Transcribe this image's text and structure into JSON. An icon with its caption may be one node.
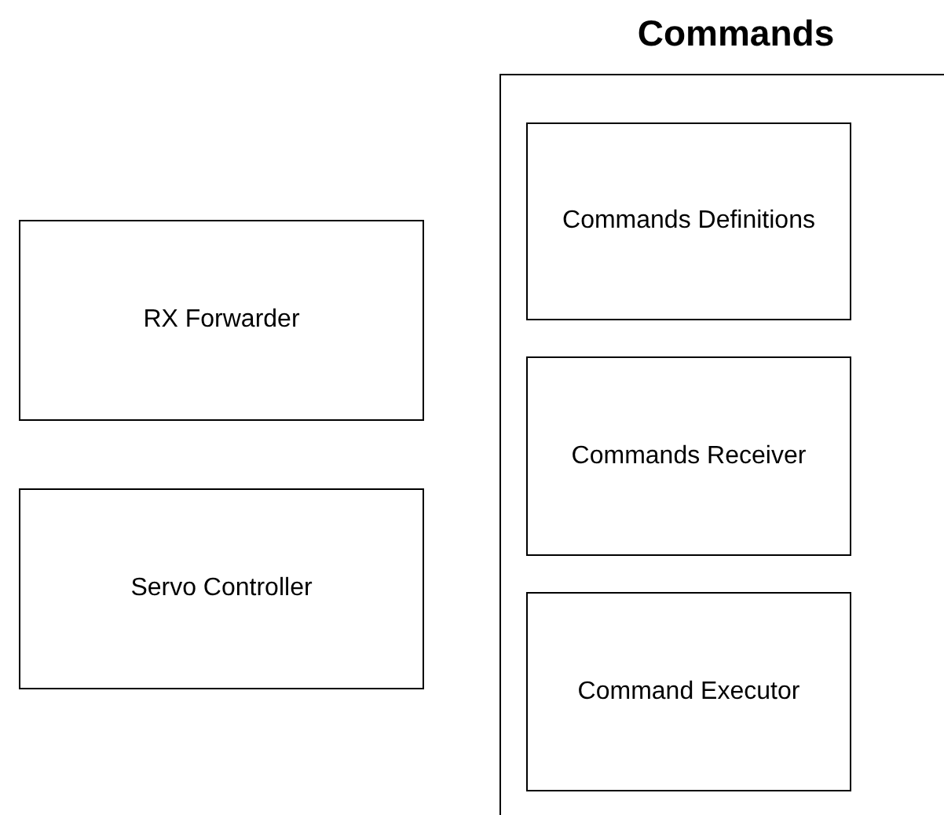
{
  "diagram": {
    "nodes": [
      {
        "text": [
          "Commands"
        ]
      },
      {
        "text": [
          "Commands Definitions"
        ],
        "in": 0
      },
      {
        "text": [
          "Commands Receiver"
        ],
        "in": 0
      },
      {
        "text": [
          "Command Executor"
        ],
        "in": 0
      },
      {
        "text": [
          "RX Forwarder"
        ]
      },
      {
        "text": [
          "Servo Controller"
        ]
      }
    ]
  }
}
